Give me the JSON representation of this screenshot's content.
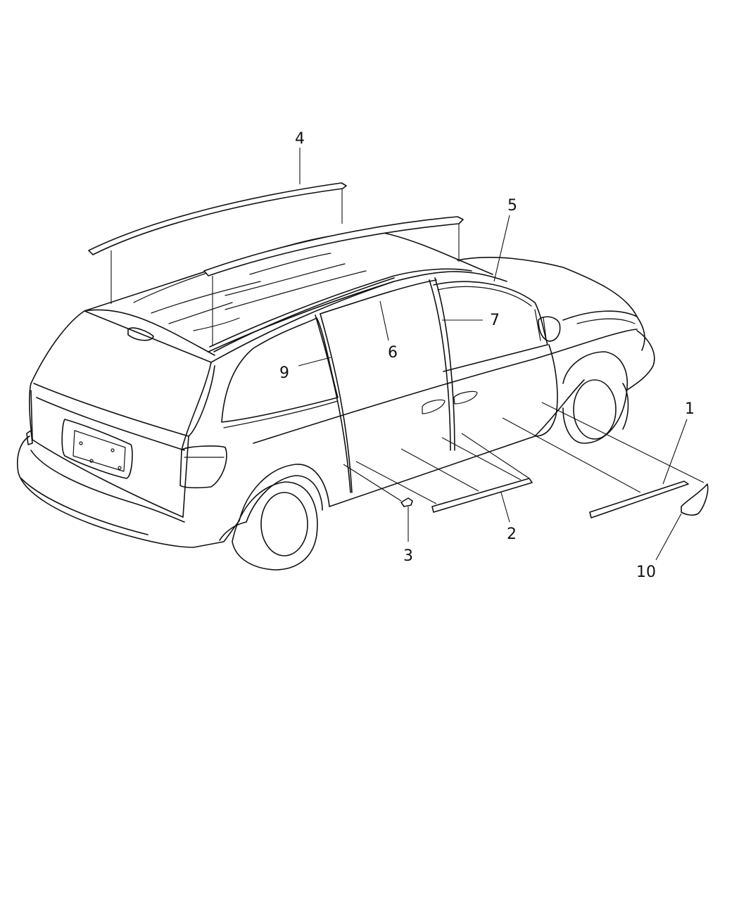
{
  "diagram": {
    "callouts": [
      {
        "id": "c1",
        "label": "1"
      },
      {
        "id": "c2",
        "label": "2"
      },
      {
        "id": "c3",
        "label": "3"
      },
      {
        "id": "c4",
        "label": "4"
      },
      {
        "id": "c5",
        "label": "5"
      },
      {
        "id": "c6",
        "label": "6"
      },
      {
        "id": "c7",
        "label": "7"
      },
      {
        "id": "c9",
        "label": "9"
      },
      {
        "id": "c10",
        "label": "10"
      }
    ]
  }
}
